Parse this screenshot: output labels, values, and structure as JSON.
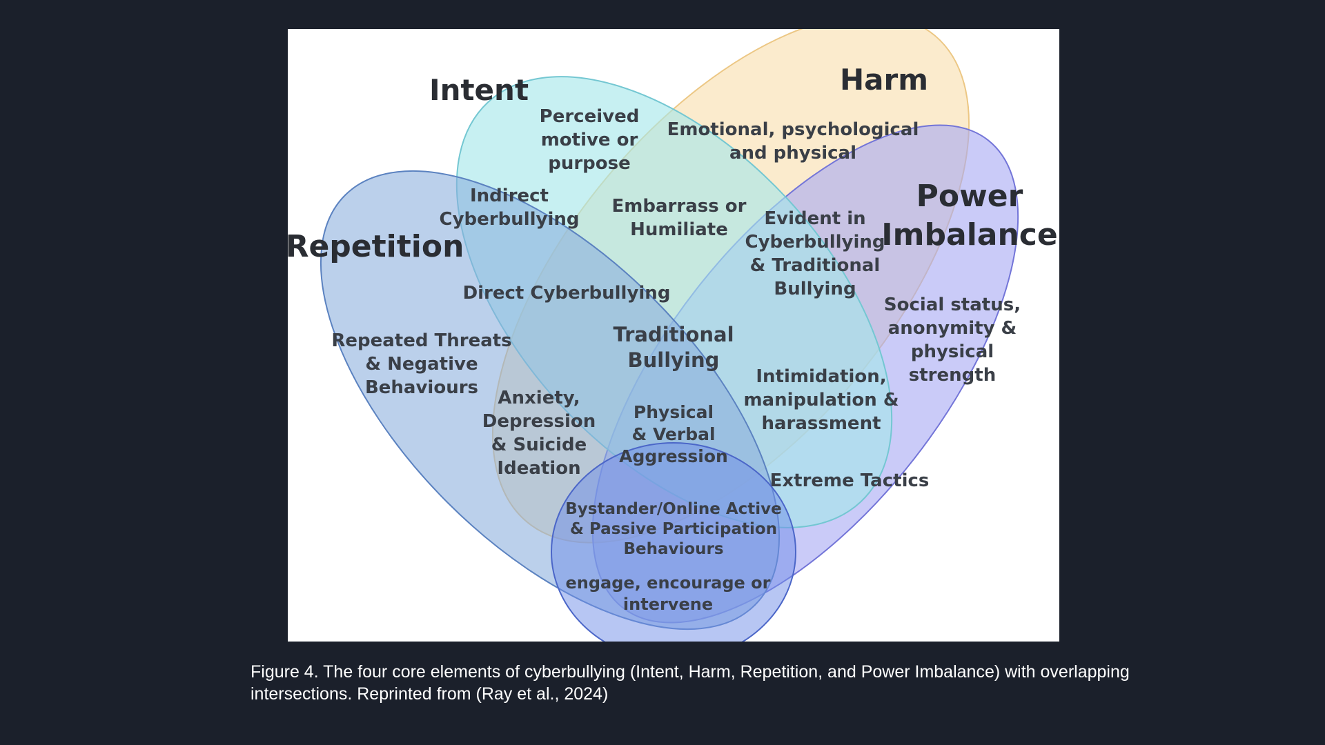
{
  "figure": {
    "sets": {
      "intent": {
        "title": "Intent",
        "color": "#a5e6ea",
        "stroke": "#74c7d2"
      },
      "harm": {
        "title": "Harm",
        "color": "#f8deae",
        "stroke": "#ecc784"
      },
      "repetition": {
        "title": "Repetition",
        "color": "#8aaedd",
        "stroke": "#5b82c0"
      },
      "power": {
        "title_line1": "Power",
        "title_line2": "Imbalance",
        "color": "#a6a8f3",
        "stroke": "#7375d8"
      },
      "bystander": {
        "color": "#6f8de7",
        "stroke": "#4b66c8"
      }
    },
    "regions": {
      "perceived_motive": [
        "Perceived",
        "motive or",
        "purpose"
      ],
      "emotional": [
        "Emotional, psychological",
        "and physical"
      ],
      "indirect": [
        "Indirect",
        "Cyberbullying"
      ],
      "embarrass": [
        "Embarrass or",
        "Humiliate"
      ],
      "evident": [
        "Evident in",
        "Cyberbullying",
        "& Traditional",
        "Bullying"
      ],
      "direct": [
        "Direct Cyberbullying"
      ],
      "social_status": [
        "Social status,",
        "anonymity &",
        "physical",
        "strength"
      ],
      "repeated_threats": [
        "Repeated Threats",
        "& Negative",
        "Behaviours"
      ],
      "traditional": [
        "Traditional",
        "Bullying"
      ],
      "intimidation": [
        "Intimidation,",
        "manipulation &",
        "harassment"
      ],
      "anxiety": [
        "Anxiety,",
        "Depression",
        "& Suicide",
        "Ideation"
      ],
      "physical_verbal": [
        "Physical",
        "& Verbal",
        "Aggression"
      ],
      "extreme": [
        "Extreme Tactics"
      ],
      "bystander": [
        "Bystander/Online Active",
        "& Passive Participation",
        "Behaviours"
      ],
      "engage": [
        "engage, encourage or",
        "intervene"
      ]
    }
  },
  "caption": {
    "line1": "Figure 4. The four core elements of cyberbullying (Intent, Harm, Repetition, and Power Imbalance) with overlapping",
    "line2": "intersections. Reprinted from (Ray et al., 2024)"
  }
}
